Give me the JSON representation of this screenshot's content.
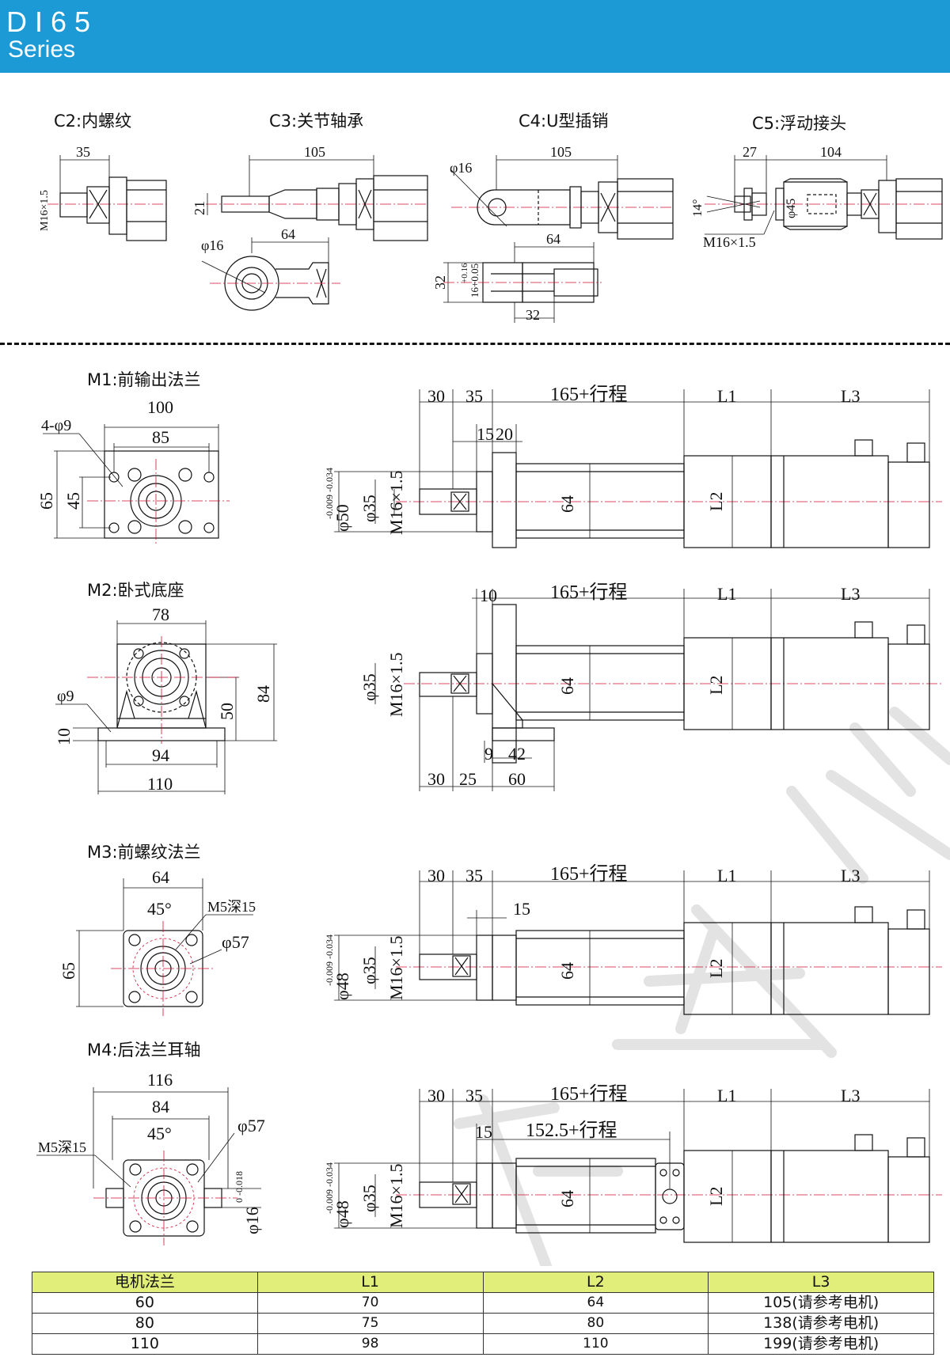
{
  "header": {
    "code": "DI65",
    "series": "Series"
  },
  "colors": {
    "header_bg": "#1c9ad6",
    "table_header_bg": "#e1ee7a",
    "centerline": "#d01030",
    "watermark": "#cfcfcf"
  },
  "ends": {
    "c2": {
      "title": "C2:内螺纹",
      "d35": "35",
      "thread": "M16×1.5"
    },
    "c3": {
      "title": "C3:关节轴承",
      "d105": "105",
      "d21": "21",
      "d64": "64",
      "phi16": "φ16"
    },
    "c4": {
      "title": "C4:U型插销",
      "d105": "105",
      "phi16": "φ16",
      "d64": "64",
      "d32h": "32",
      "tol": "+0.16",
      "tol2": "16+0.05",
      "d32b": "32"
    },
    "c5": {
      "title": "C5:浮动接头",
      "d27": "27",
      "d104": "104",
      "angle": "14°",
      "phi45": "φ45",
      "thread": "M16×1.5"
    }
  },
  "mounts": {
    "m1": {
      "title": "M1:前输出法兰",
      "d100": "100",
      "d85": "85",
      "holes": "4-φ9",
      "d65": "65",
      "d45": "45",
      "d30": "30",
      "d35": "35",
      "stroke": "165+行程",
      "L1": "L1",
      "L3": "L3",
      "d15": "15",
      "d20": "20",
      "phi50": "φ50",
      "tol50": "-0.009 -0.034",
      "phi35": "φ35",
      "thread": "M16×1.5",
      "d64": "64",
      "L2": "L2"
    },
    "m2": {
      "title": "M2:卧式底座",
      "d78": "78",
      "phi9": "φ9",
      "d10": "10",
      "d50": "50",
      "d84": "84",
      "d94": "94",
      "d110": "110",
      "d10s": "10",
      "stroke": "165+行程",
      "L1": "L1",
      "L3": "L3",
      "phi35": "φ35",
      "thread": "M16×1.5",
      "d64": "64",
      "L2": "L2",
      "d9": "9",
      "d42": "42",
      "d30": "30",
      "d25": "25",
      "d60": "60"
    },
    "m3": {
      "title": "M3:前螺纹法兰",
      "d64": "64",
      "angle": "45°",
      "m5": "M5深15",
      "phi57": "φ57",
      "d65": "65",
      "d30": "30",
      "d35": "35",
      "stroke": "165+行程",
      "L1": "L1",
      "L3": "L3",
      "d15": "15",
      "phi48": "φ48",
      "tol48": "-0.009 -0.034",
      "phi35": "φ35",
      "thread": "M16×1.5",
      "d64b": "64",
      "L2": "L2"
    },
    "m4": {
      "title": "M4:后法兰耳轴",
      "d116": "116",
      "d84": "84",
      "angle": "45°",
      "phi57": "φ57",
      "m5": "M5深15",
      "phi16": "φ16",
      "tol16": "0 -0.018",
      "d30": "30",
      "d35": "35",
      "stroke": "165+行程",
      "L1": "L1",
      "L3": "L3",
      "d15": "15",
      "stroke2": "152.5+行程",
      "phi48": "φ48",
      "tol48": "-0.009 -0.034",
      "phi35": "φ35",
      "thread": "M16×1.5",
      "d64": "64",
      "L2": "L2"
    }
  },
  "table": {
    "headers": [
      "电机法兰",
      "L1",
      "L2",
      "L3"
    ],
    "rows": [
      [
        "60",
        "70",
        "64",
        "105(请参考电机)"
      ],
      [
        "80",
        "75",
        "80",
        "138(请参考电机)"
      ],
      [
        "110",
        "98",
        "110",
        "199(请参考电机)"
      ]
    ]
  }
}
